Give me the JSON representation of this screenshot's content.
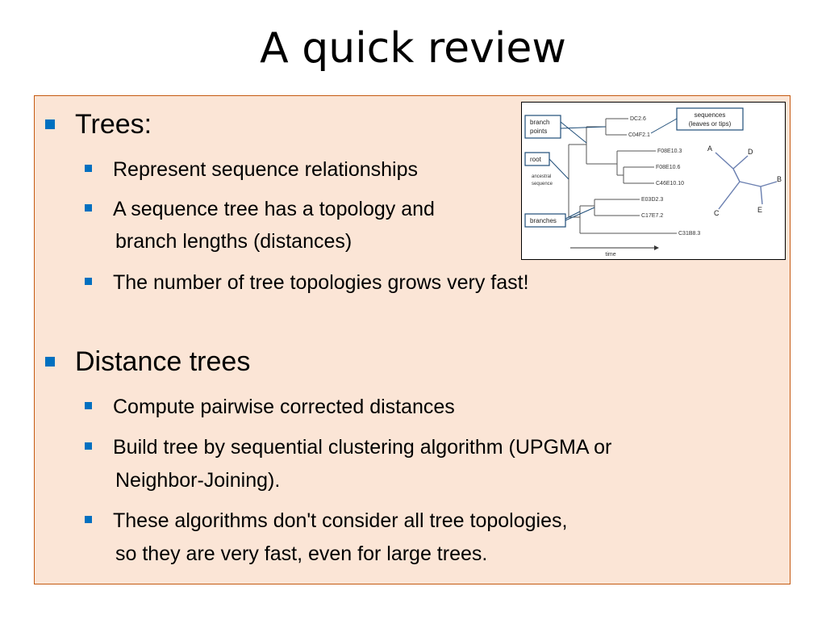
{
  "slide": {
    "title": "A quick review"
  },
  "content": {
    "trees": {
      "heading": "Trees:",
      "items": [
        "Represent sequence relationships",
        "A sequence tree has a topology and",
        "branch lengths (distances)",
        "The number of tree topologies grows very fast!"
      ]
    },
    "distance_trees": {
      "heading": "Distance trees",
      "items": [
        "Compute pairwise corrected distances",
        "Build tree by sequential clustering algorithm (UPGMA or",
        "Neighbor-Joining).",
        "These algorithms don't consider all tree topologies,",
        "so they are very fast, even for large trees."
      ]
    }
  },
  "figure": {
    "callouts": {
      "branch_points_1": "branch",
      "branch_points_2": "points",
      "root": "root",
      "ancestral_1": "ancestral",
      "ancestral_2": "sequence",
      "branches": "branches",
      "sequences_1": "sequences",
      "sequences_2": "(leaves or tips)",
      "time": "time"
    },
    "leaves": [
      "DC2.6",
      "C04F2.1",
      "F08E10.3",
      "F08E10.6",
      "C46E10.10",
      "E03D2.3",
      "C17E7.2",
      "C31B8.3"
    ],
    "unrooted_labels": [
      "A",
      "D",
      "B",
      "E",
      "C"
    ],
    "colors": {
      "bullet": "#0070c0",
      "box_fill": "#fbe5d6",
      "box_border": "#c55a11",
      "callout": "#1f4e79"
    }
  }
}
